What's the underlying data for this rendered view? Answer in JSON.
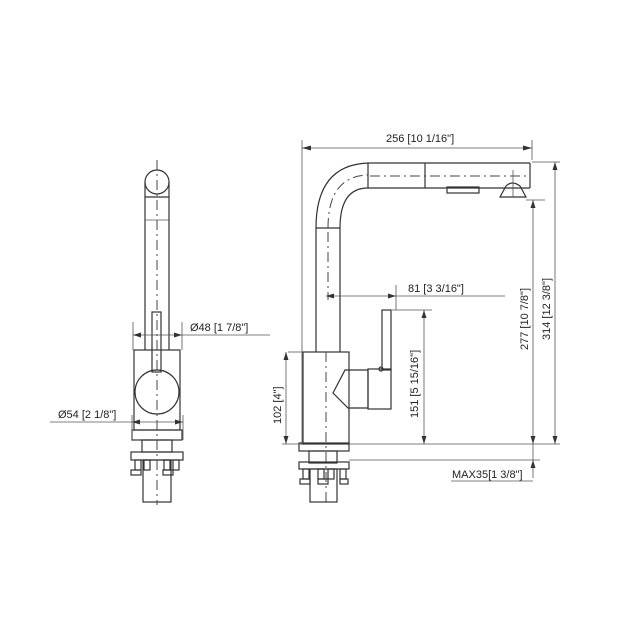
{
  "drawing": {
    "title": "Pull-out kitchen faucet dimension drawing",
    "views": [
      "front-view",
      "side-view"
    ],
    "line_color": "#333333",
    "background": "#ffffff"
  },
  "dimensions": {
    "overall_reach": "256 [10 1/16\"]",
    "spout_diameter": "Ø48 [1 7/8\"]",
    "base_diameter": "Ø54 [2 1/8\"]",
    "body_height": "102 [4\"]",
    "handle_offset": "81 [3 3/16\"]",
    "handle_height": "151 [5 15/16\"]",
    "outlet_height": "277 [10 7/8\"]",
    "overall_height": "314 [12 3/8\"]",
    "max_deck_thickness": "MAX35[1 3/8\"]"
  }
}
